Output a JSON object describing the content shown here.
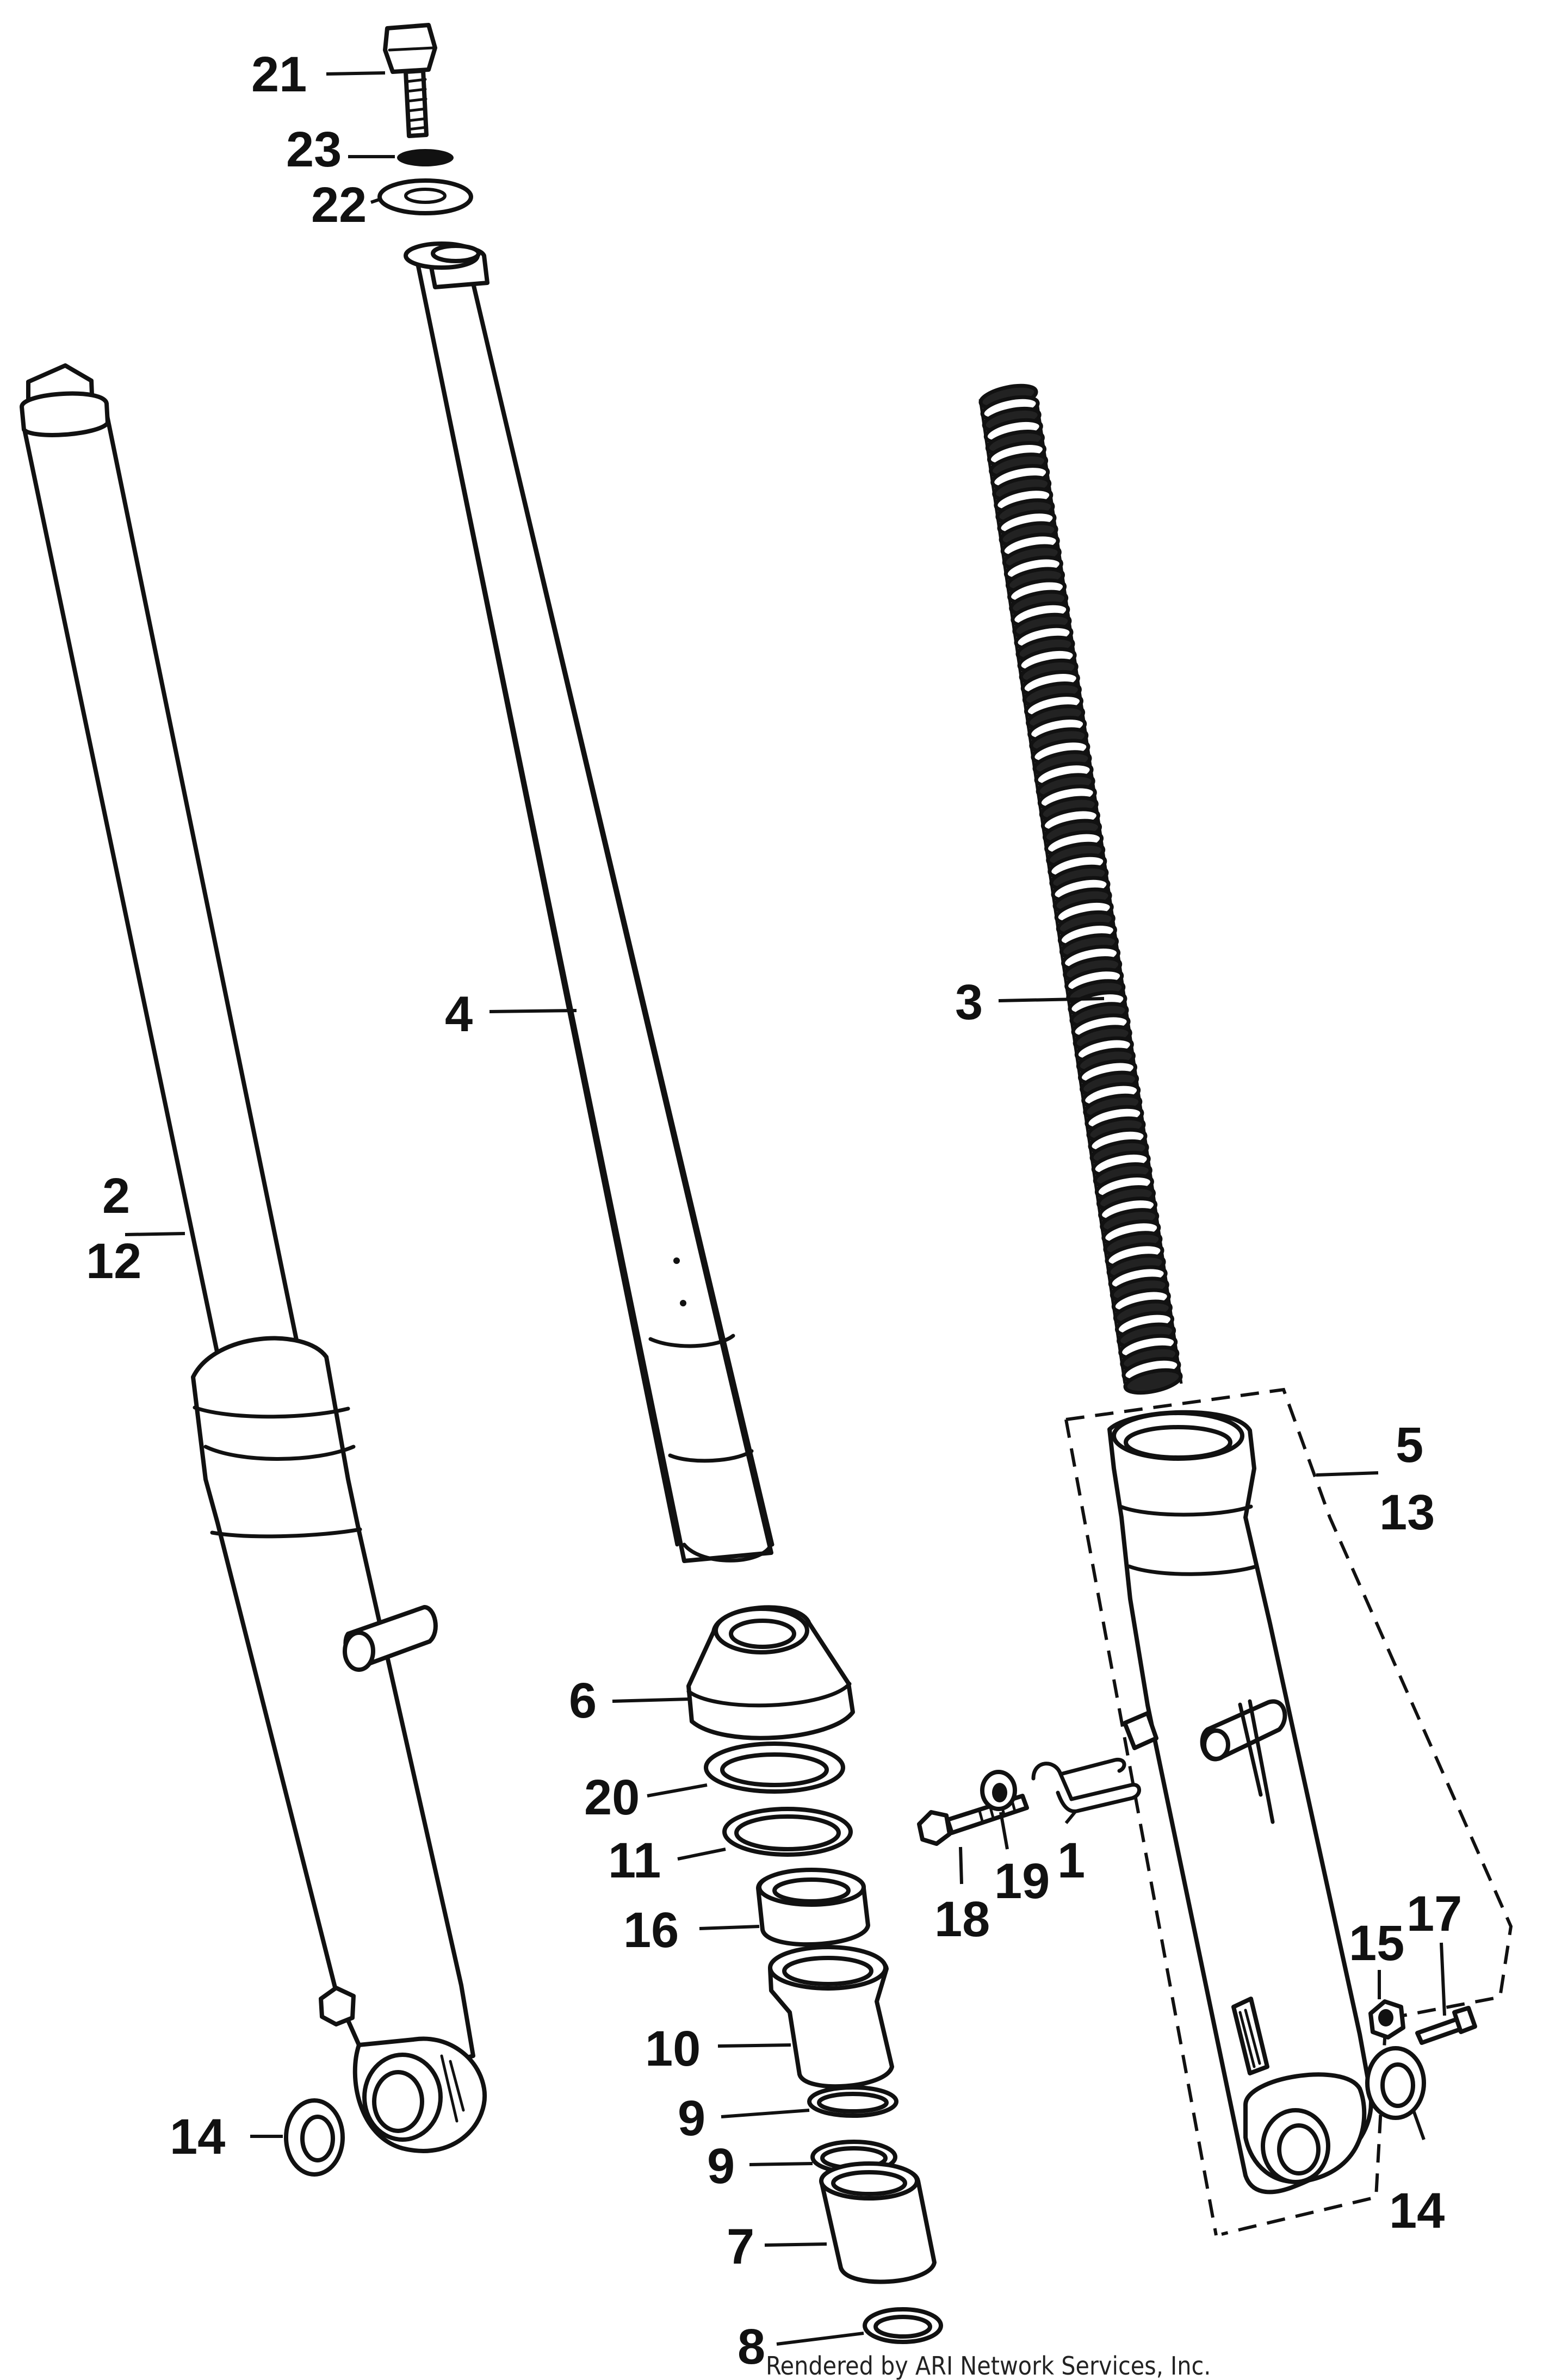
{
  "diagram": {
    "callouts": [
      {
        "id": "c21",
        "text": "21"
      },
      {
        "id": "c23",
        "text": "23"
      },
      {
        "id": "c22",
        "text": "22"
      },
      {
        "id": "c2",
        "text": "2"
      },
      {
        "id": "c12",
        "text": "12"
      },
      {
        "id": "c4",
        "text": "4"
      },
      {
        "id": "c3",
        "text": "3"
      },
      {
        "id": "c5",
        "text": "5"
      },
      {
        "id": "c13",
        "text": "13"
      },
      {
        "id": "c6",
        "text": "6"
      },
      {
        "id": "c20",
        "text": "20"
      },
      {
        "id": "c11",
        "text": "11"
      },
      {
        "id": "c16",
        "text": "16"
      },
      {
        "id": "c10",
        "text": "10"
      },
      {
        "id": "c9a",
        "text": "9"
      },
      {
        "id": "c9b",
        "text": "9"
      },
      {
        "id": "c7",
        "text": "7"
      },
      {
        "id": "c8",
        "text": "8"
      },
      {
        "id": "c18",
        "text": "18"
      },
      {
        "id": "c19",
        "text": "19"
      },
      {
        "id": "c1",
        "text": "1"
      },
      {
        "id": "c15",
        "text": "15"
      },
      {
        "id": "c17",
        "text": "17"
      },
      {
        "id": "c14a",
        "text": "14"
      },
      {
        "id": "c14b",
        "text": "14"
      }
    ],
    "footer": "Rendered by ARI Network Services, Inc."
  }
}
